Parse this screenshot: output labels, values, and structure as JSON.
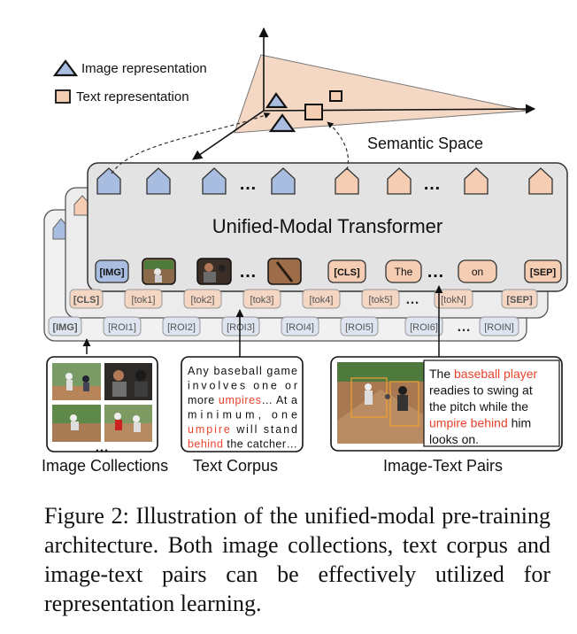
{
  "legend": {
    "image": "Image representation",
    "text": "Text representation"
  },
  "semantic_space": "Semantic Space",
  "transformer": "Unified-Modal Transformer",
  "ellipsis": "…",
  "input_row": {
    "img": "[IMG]",
    "cls": "[CLS]",
    "the": "The",
    "on": "on",
    "sep": "[SEP]"
  },
  "text_layer": [
    "[CLS]",
    "[tok1]",
    "[tok2]",
    "[tok3]",
    "[tok4]",
    "[tok5]",
    "[tokN]",
    "[SEP]"
  ],
  "image_layer": [
    "[IMG]",
    "[ROI1]",
    "[ROI2]",
    "[ROI3]",
    "[ROI4]",
    "[ROI5]",
    "[ROI6]",
    "[ROIN]"
  ],
  "corpus_lines": [
    {
      "parts": [
        {
          "t": "Any baseball game",
          "red": false
        }
      ]
    },
    {
      "parts": [
        {
          "t": "involves one or",
          "red": false
        }
      ]
    },
    {
      "parts": [
        {
          "t": "more ",
          "red": false
        },
        {
          "t": "umpires",
          "red": true
        },
        {
          "t": "… At a",
          "red": false
        }
      ]
    },
    {
      "parts": [
        {
          "t": "minimum, one",
          "red": false
        }
      ]
    },
    {
      "parts": [
        {
          "t": "umpire",
          "red": true
        },
        {
          "t": " will stand",
          "red": false
        }
      ]
    },
    {
      "parts": [
        {
          "t": "behind",
          "red": true
        },
        {
          "t": " the catcher…",
          "red": false
        }
      ]
    }
  ],
  "pair_lines": [
    {
      "parts": [
        {
          "t": "The ",
          "red": false
        },
        {
          "t": "baseball player",
          "red": true
        }
      ]
    },
    {
      "parts": [
        {
          "t": "readies to swing at",
          "red": false
        }
      ]
    },
    {
      "parts": [
        {
          "t": "the pitch while the",
          "red": false
        }
      ]
    },
    {
      "parts": [
        {
          "t": "umpire behind",
          "red": true
        },
        {
          "t": " him",
          "red": false
        }
      ]
    },
    {
      "parts": [
        {
          "t": "looks on.",
          "red": false
        }
      ]
    }
  ],
  "labels": {
    "collections": "Image Collections",
    "corpus": "Text Corpus",
    "pairs": "Image-Text Pairs"
  },
  "caption": "Figure 2: Illustration of the unified-modal pre-training architecture. Both image collections, text corpus and image-text pairs can be effectively utilized for representation learning.",
  "colors": {
    "image_blue": "#a9bde0",
    "text_peach": "#f4cdb2",
    "highlight_red": "#e8422c",
    "panel_gray": "#e3e3e3"
  }
}
